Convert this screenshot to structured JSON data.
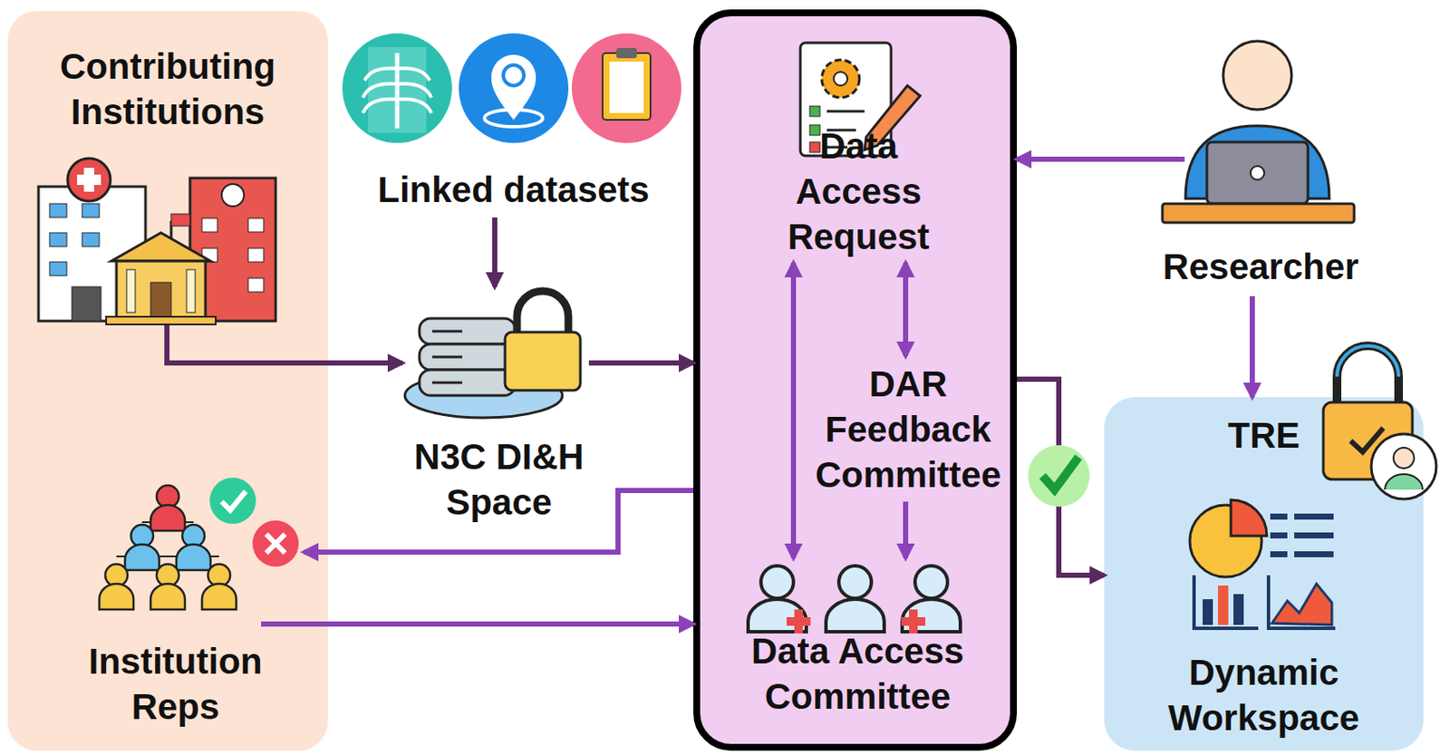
{
  "diagram": {
    "nodes": [
      {
        "text": [
          "Contributing Institutions"
        ]
      },
      {
        "text": [
          "Institution Reps"
        ],
        "in": 0
      },
      {
        "text": [
          "Linked datasets"
        ]
      },
      {
        "text": [
          "N3C DI&H Space"
        ]
      },
      {
        "text": []
      },
      {
        "text": [
          "Data Access Request"
        ],
        "in": 4
      },
      {
        "text": [
          "DAR Feedback Committee"
        ],
        "in": 4
      },
      {
        "text": [
          "Data Access Committee"
        ],
        "in": 4
      },
      {
        "text": [
          "Researcher"
        ]
      },
      {
        "text": [
          "TRE",
          "Dynamic Workspace"
        ]
      }
    ],
    "edges": [
      {
        "from": 0,
        "to": 3,
        "arrow": "to"
      },
      {
        "from": 2,
        "to": 3,
        "arrow": "to"
      },
      {
        "from": 3,
        "to": 4,
        "arrow": "to"
      },
      {
        "from": 4,
        "to": 1,
        "arrow": "to"
      },
      {
        "from": 1,
        "to": 4,
        "arrow": "to"
      },
      {
        "from": 8,
        "to": 4,
        "arrow": "to"
      },
      {
        "from": 8,
        "to": 9,
        "arrow": "to"
      },
      {
        "from": 4,
        "to": 9,
        "arrow": "to"
      },
      {
        "from": 5,
        "to": 7,
        "arrow": "both"
      },
      {
        "from": 5,
        "to": 6,
        "arrow": "both"
      },
      {
        "from": 6,
        "to": 7,
        "arrow": "to"
      }
    ]
  }
}
